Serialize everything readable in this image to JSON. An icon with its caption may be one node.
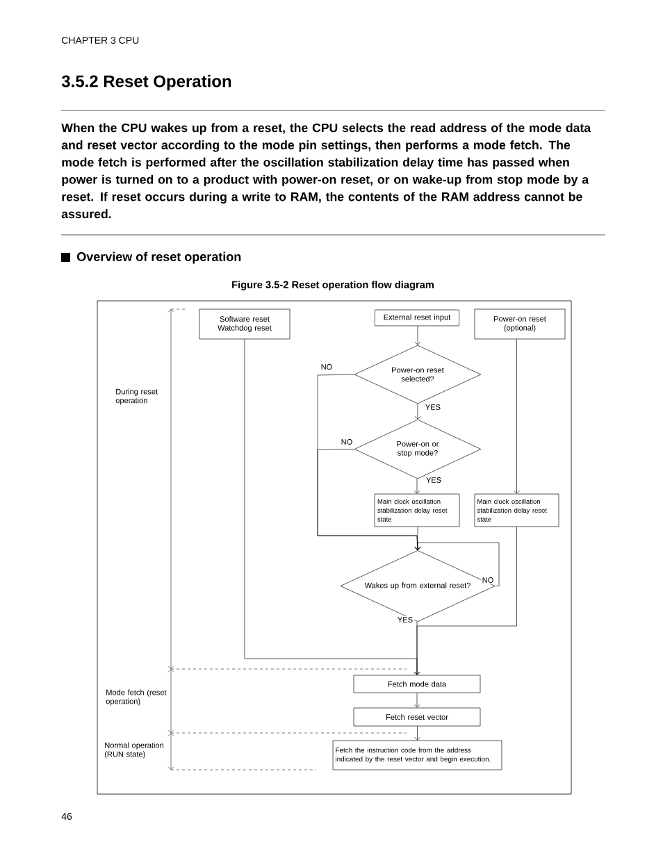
{
  "diagram": {
    "title": "3.5.2 Reset Operation",
    "caption": "Figure 3.5-2 Reset operation flow diagram",
    "nodes": [
      {
        "text": [
          "Software reset Watchdog reset"
        ]
      },
      {
        "text": [
          "External reset input"
        ]
      },
      {
        "text": [
          "Power-on reset (optional)"
        ]
      },
      {
        "text": [
          "Power-on reset selected?"
        ]
      },
      {
        "text": [
          "Power-on or stop mode?"
        ]
      },
      {
        "text": [
          "Main clock oscillation stabilization delay reset state"
        ]
      },
      {
        "text": [
          "Main clock oscillation stabilization delay reset state"
        ]
      },
      {
        "text": [
          "Wakes up from external reset?"
        ]
      },
      {
        "text": [
          "Fetch mode data"
        ]
      },
      {
        "text": [
          "Fetch reset vector"
        ]
      },
      {
        "text": [
          "Fetch the instruction code from the address indicated by the reset vector and begin execution."
        ]
      }
    ],
    "edges": [
      {
        "from": 1,
        "to": 3,
        "arrow": "to"
      },
      {
        "from": 3,
        "to": 4,
        "arrow": "to",
        "label": "YES"
      },
      {
        "from": 4,
        "to": 5,
        "arrow": "to",
        "label": "YES"
      },
      {
        "from": 3,
        "to": 7,
        "arrow": "to",
        "label": "NO"
      },
      {
        "from": 4,
        "to": 7,
        "arrow": "to",
        "label": "NO"
      },
      {
        "from": 5,
        "to": 7,
        "arrow": "to"
      },
      {
        "from": 7,
        "to": 7,
        "arrow": "to",
        "label": "NO"
      },
      {
        "from": 2,
        "to": 6,
        "arrow": "to"
      },
      {
        "from": 6,
        "to": 8,
        "arrow": "to"
      },
      {
        "from": 7,
        "to": 8,
        "arrow": "to",
        "label": "YES"
      },
      {
        "from": 0,
        "to": 8,
        "arrow": "to"
      },
      {
        "from": 8,
        "to": 9,
        "arrow": "to"
      },
      {
        "from": 9,
        "to": 10,
        "arrow": "to"
      }
    ],
    "labels": [
      "CHAPTER 3 CPU",
      "When the CPU wakes up from a reset, the CPU selects the read address of the mode data and reset vector according to the mode pin settings, then performs a mode fetch. The mode fetch is performed after the oscillation stabilization delay time has passed when power is turned on to a product with power-on reset, or on wake-up from stop mode by a reset. If reset occurs during a write to RAM, the contents of the RAM address cannot be assured.",
      "Overview of reset operation",
      "During reset operation",
      "Mode fetch (reset operation)",
      "Normal operation (RUN state)",
      "46"
    ]
  }
}
